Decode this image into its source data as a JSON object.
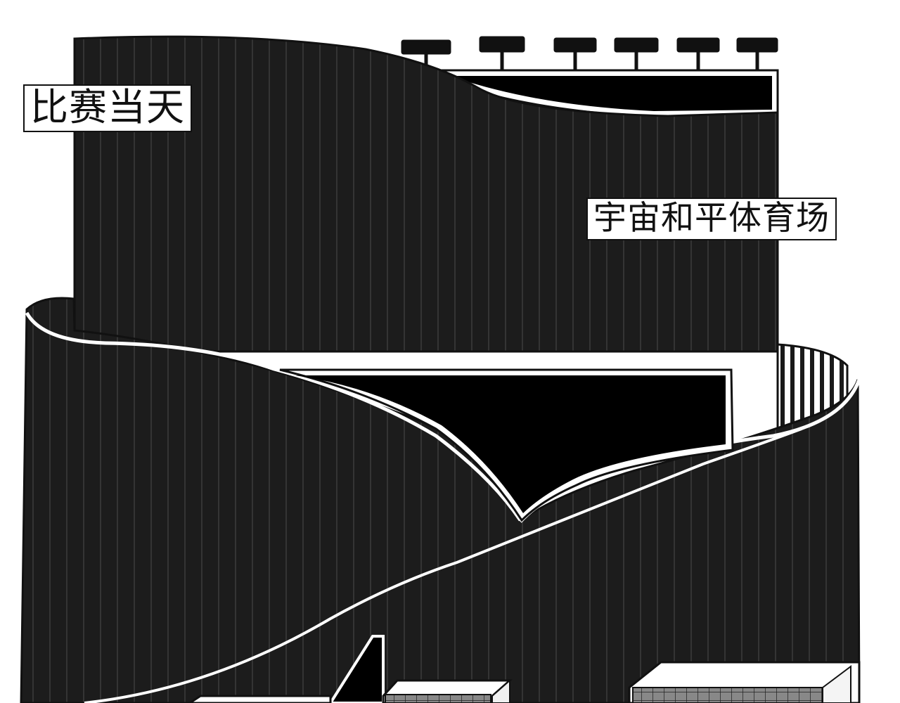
{
  "panel": {
    "style": "black-and-white manga panel",
    "captions": {
      "day_of_match": "比赛当天",
      "stadium_name": "宇宙和平体育场"
    }
  },
  "colors": {
    "ink": "#111111",
    "deep_black": "#000000",
    "paper": "#ffffff",
    "stripe": "#3a3a3a",
    "grid_gray": "#555555"
  },
  "icons": {
    "floodlights": "floodlight-icon",
    "buildings": "building-icon"
  }
}
